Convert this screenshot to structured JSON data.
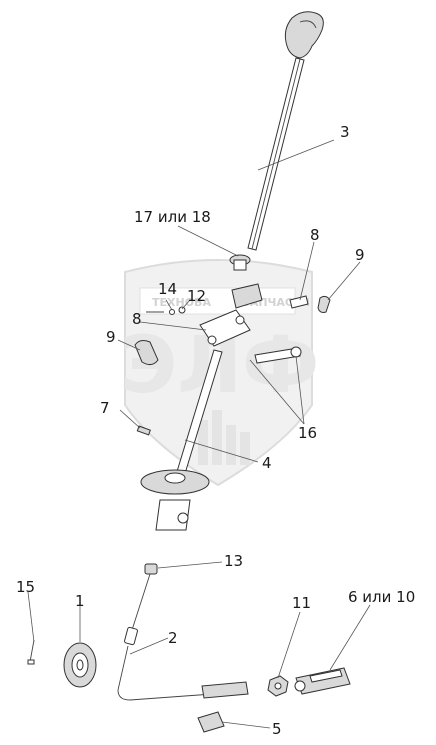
{
  "watermark": {
    "left_text": "ТЕХНОВА",
    "right_text": "ЗАПЧАСТИ",
    "big_text": "ЭЛФ"
  },
  "labels": {
    "l1": "1",
    "l2": "2",
    "l3": "3",
    "l4": "4",
    "l5": "5",
    "l6_10": "6 или 10",
    "l7": "7",
    "l8a": "8",
    "l8b": "8",
    "l9a": "9",
    "l9b": "9",
    "l11": "11",
    "l12": "12",
    "l13": "13",
    "l14": "14",
    "l15": "15",
    "l16": "16",
    "l17_18": "17 или 18"
  },
  "colors": {
    "line": "#333333",
    "watermark_fill": "#e7e7e7",
    "part_shade": "#d9d9d9"
  }
}
